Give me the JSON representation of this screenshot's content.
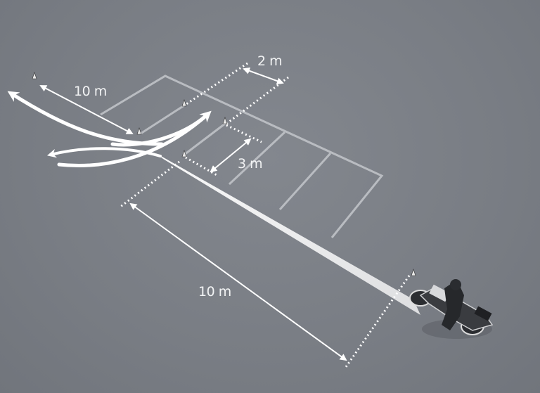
{
  "diagram": {
    "labels": {
      "top_left_distance": "10 m",
      "lane_width": "2 m",
      "slot_depth": "3 m",
      "approach_distance": "10 m"
    },
    "colors": {
      "background": "#7b7f86",
      "marking": "#ffffff",
      "grid": "#b8bbc0"
    }
  }
}
